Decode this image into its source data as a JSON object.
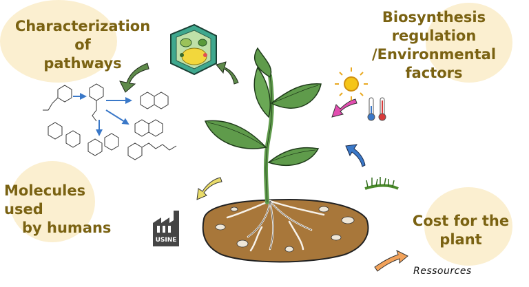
{
  "labels": {
    "pathways": [
      "Characterization of",
      "pathways"
    ],
    "biosynthesis": [
      "Biosynthesis regulation",
      "/Environmental factors"
    ],
    "molecules": [
      "Molecules used",
      "by humans"
    ],
    "cost": [
      "Cost for the",
      "plant"
    ]
  },
  "icons": {
    "factory_text": "USINE",
    "ressources_text": "Ressources"
  },
  "colors": {
    "label_text": "#7a6212",
    "blob": "#fbefd0",
    "leaf": "#5f9b4b",
    "soil": "#a8773a",
    "cell": "#3fa88e",
    "arrow_green": "#5e8a4a",
    "arrow_blue": "#3a78c8",
    "arrow_pink": "#e24db0",
    "arrow_orange": "#f2a25a",
    "arrow_yellow": "#e9dc6a"
  }
}
